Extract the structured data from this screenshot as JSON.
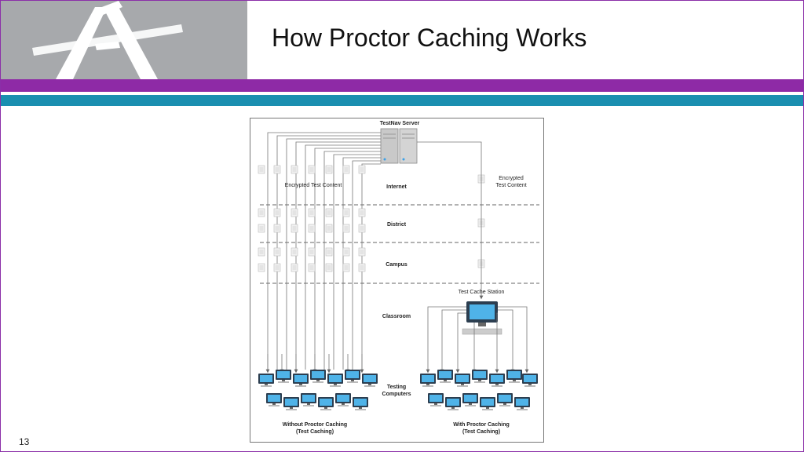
{
  "slide": {
    "title": "How Proctor Caching Works",
    "page_number": "13",
    "colors": {
      "purple_band": "#8e2aa6",
      "teal_band": "#1a8fb0",
      "logo_bg": "#a7a9ac"
    },
    "logo_icon": "stylized-A-logo"
  },
  "diagram": {
    "server_label": "TestNav Server",
    "encrypted_left": "Encrypted Test Content",
    "encrypted_right_line1": "Encrypted",
    "encrypted_right_line2": "Test Content",
    "zones": {
      "internet": "Internet",
      "district": "District",
      "campus": "Campus",
      "classroom": "Classroom"
    },
    "cache_station_label": "Test Cache Station",
    "testing_computers_line1": "Testing",
    "testing_computers_line2": "Computers",
    "without_line1": "Without Proctor Caching",
    "without_line2": "(Test Caching)",
    "with_line1": "With Proctor Caching",
    "with_line2": "(Test Caching)"
  }
}
